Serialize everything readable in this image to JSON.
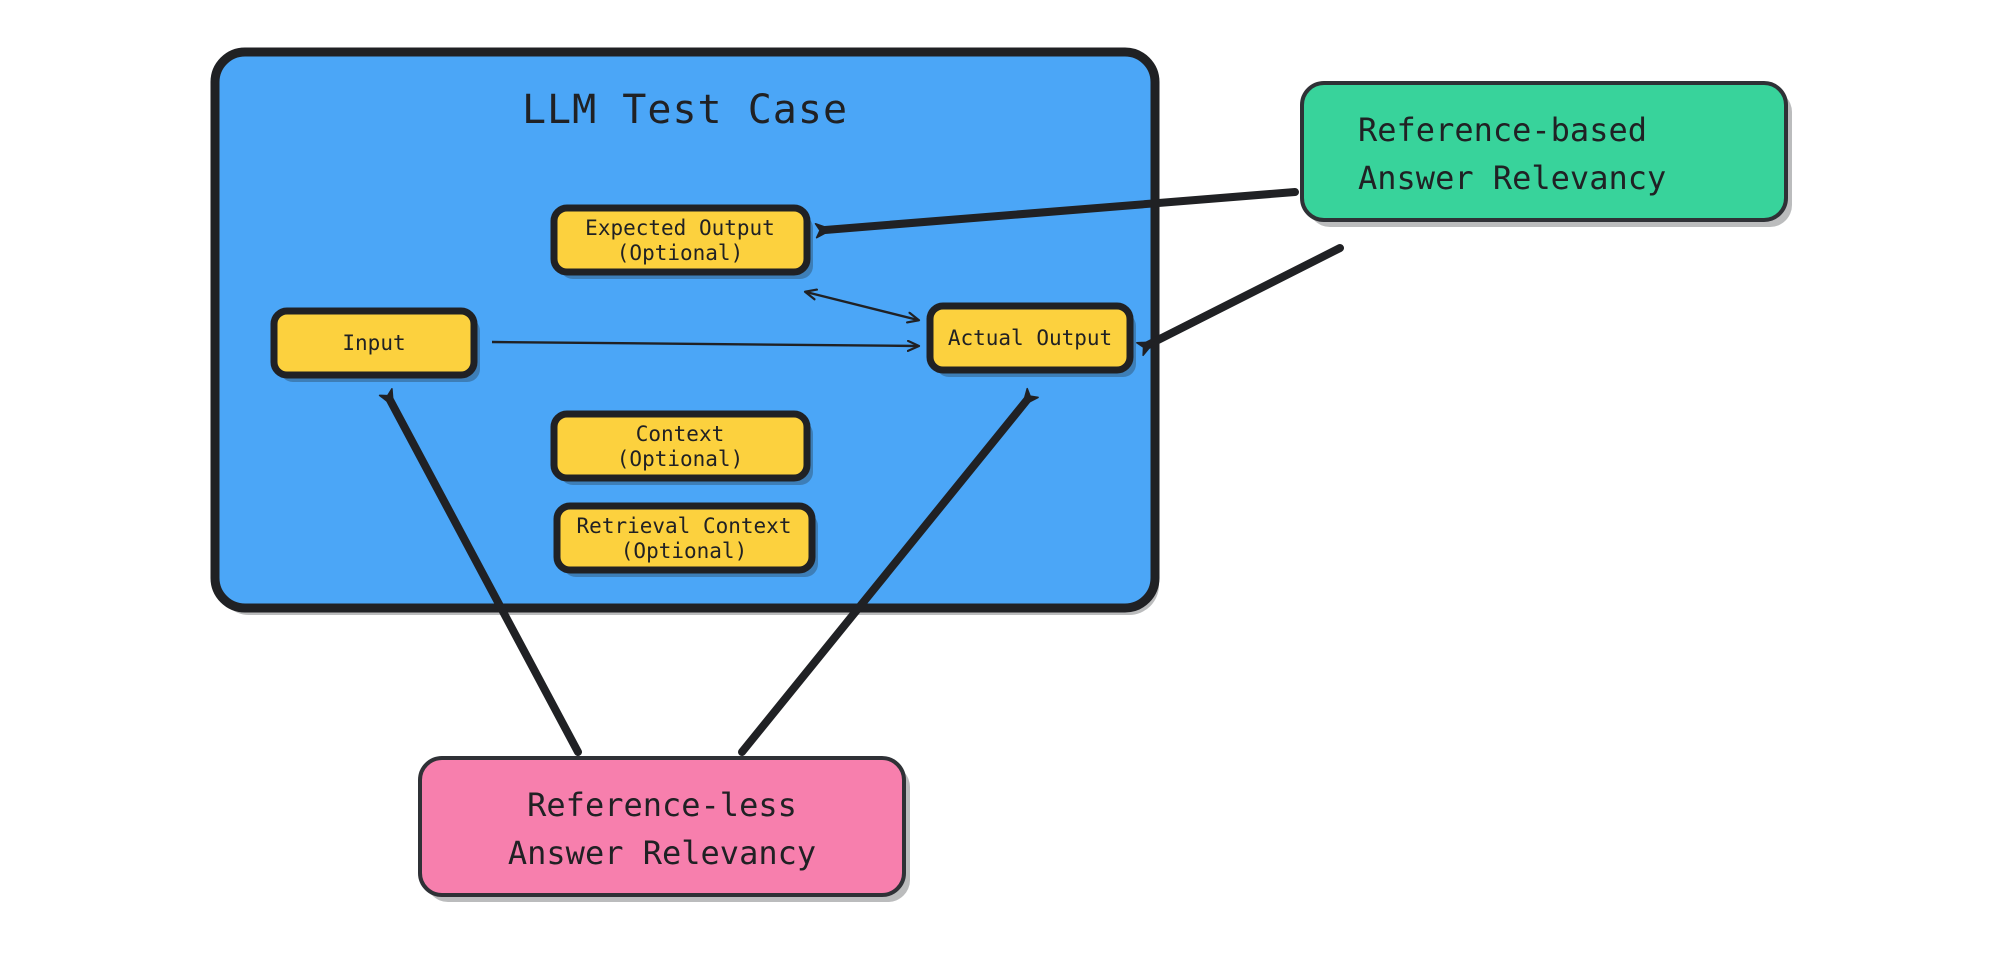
{
  "diagram": {
    "title": "LLM Test Case",
    "container": {
      "name": "llm-test-case-container",
      "label": "LLM Test Case",
      "color": "#4BA6F7",
      "stroke": "#202124"
    },
    "fields": [
      {
        "id": "expected-output",
        "line1": "Expected Output",
        "line2": "(Optional)",
        "color": "#FCD13E",
        "optional": true
      },
      {
        "id": "input",
        "line1": "Input",
        "line2": "",
        "color": "#FCD13E",
        "optional": false
      },
      {
        "id": "actual-output",
        "line1": "Actual Output",
        "line2": "",
        "color": "#FCD13E",
        "optional": false
      },
      {
        "id": "context",
        "line1": "Context",
        "line2": "(Optional)",
        "color": "#FCD13E",
        "optional": true
      },
      {
        "id": "retrieval-context",
        "line1": "Retrieval Context",
        "line2": "(Optional)",
        "color": "#FCD13E",
        "optional": true
      }
    ],
    "metrics": [
      {
        "id": "reference-based",
        "line1": "Reference-based",
        "line2": "Answer Relevancy",
        "color": "#38D39B",
        "align": "left"
      },
      {
        "id": "reference-less",
        "line1": "Reference-less",
        "line2": "Answer Relevancy",
        "color": "#F77FAD",
        "align": "center"
      }
    ],
    "connections": [
      {
        "id": "input-to-actual-output",
        "from": "input",
        "to": "actual-output",
        "style": "thin",
        "direction": "forward"
      },
      {
        "id": "expected-output-actual-output",
        "from": "expected-output",
        "to": "actual-output",
        "style": "thin",
        "direction": "both"
      },
      {
        "id": "reference-based-to-expected-output",
        "from": "reference-based",
        "to": "expected-output",
        "style": "thick",
        "direction": "forward"
      },
      {
        "id": "reference-based-to-actual-output",
        "from": "reference-based",
        "to": "actual-output",
        "style": "thick",
        "direction": "forward"
      },
      {
        "id": "reference-less-to-input",
        "from": "reference-less",
        "to": "input",
        "style": "thick",
        "direction": "forward"
      },
      {
        "id": "reference-less-to-actual-output",
        "from": "reference-less",
        "to": "actual-output",
        "style": "thick",
        "direction": "forward"
      }
    ]
  }
}
